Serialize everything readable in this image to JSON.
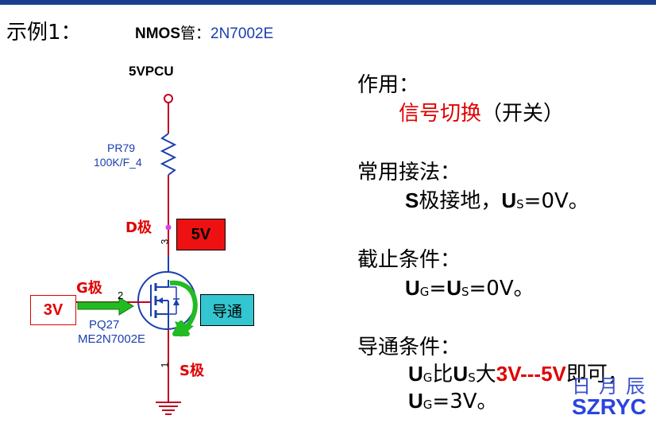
{
  "header": {
    "example_label": "示例1：",
    "nmos_prefix": "NMOS",
    "nmos_tube": "管：",
    "part": "2N7002E"
  },
  "circuit": {
    "supply": "5VPCU",
    "resistor_ref": "PR79",
    "resistor_val": "100K/F_4",
    "d_label": "D极",
    "g_label": "G极",
    "s_label": "S极",
    "pin_d": "3",
    "pin_g": "2",
    "pin_s": "1",
    "box_5v": "5V",
    "box_3v": "3V",
    "box_on": "导通",
    "fet_ref": "PQ27",
    "fet_part": "ME2N7002E"
  },
  "notes": {
    "func_title": "作用：",
    "func_value": "信号切换",
    "func_paren": "（开关）",
    "wiring_title": "常用接法：",
    "wiring_S": "S",
    "wiring_text": "极接地，",
    "wiring_U": "U",
    "wiring_sub": "S",
    "wiring_eq": "=0V。",
    "cutoff_title": "截止条件：",
    "cutoff_U1": "U",
    "cutoff_sub1": "G",
    "cutoff_eq": "=",
    "cutoff_U2": "U",
    "cutoff_sub2": "S",
    "cutoff_val": "=0V。",
    "on_title": "导通条件：",
    "on_U1": "U",
    "on_sub1": "G",
    "on_than": "比",
    "on_U2": "U",
    "on_sub2": "S",
    "on_big": "大",
    "on_range": "3V---5V",
    "on_ok": "即可，",
    "on2_U": "U",
    "on2_sub": "G",
    "on2_val": "=3V。"
  },
  "watermark": {
    "line1": "日月辰",
    "line2": "SZRYC"
  },
  "colors": {
    "header_bar": "#1a3f8f",
    "wire": "#c00020",
    "red_box": "#ee1111",
    "cyan_box": "#33c6d0",
    "arrow_green": "#22bb22",
    "label_blue": "#1a3fb0",
    "text_red": "#e00000"
  }
}
